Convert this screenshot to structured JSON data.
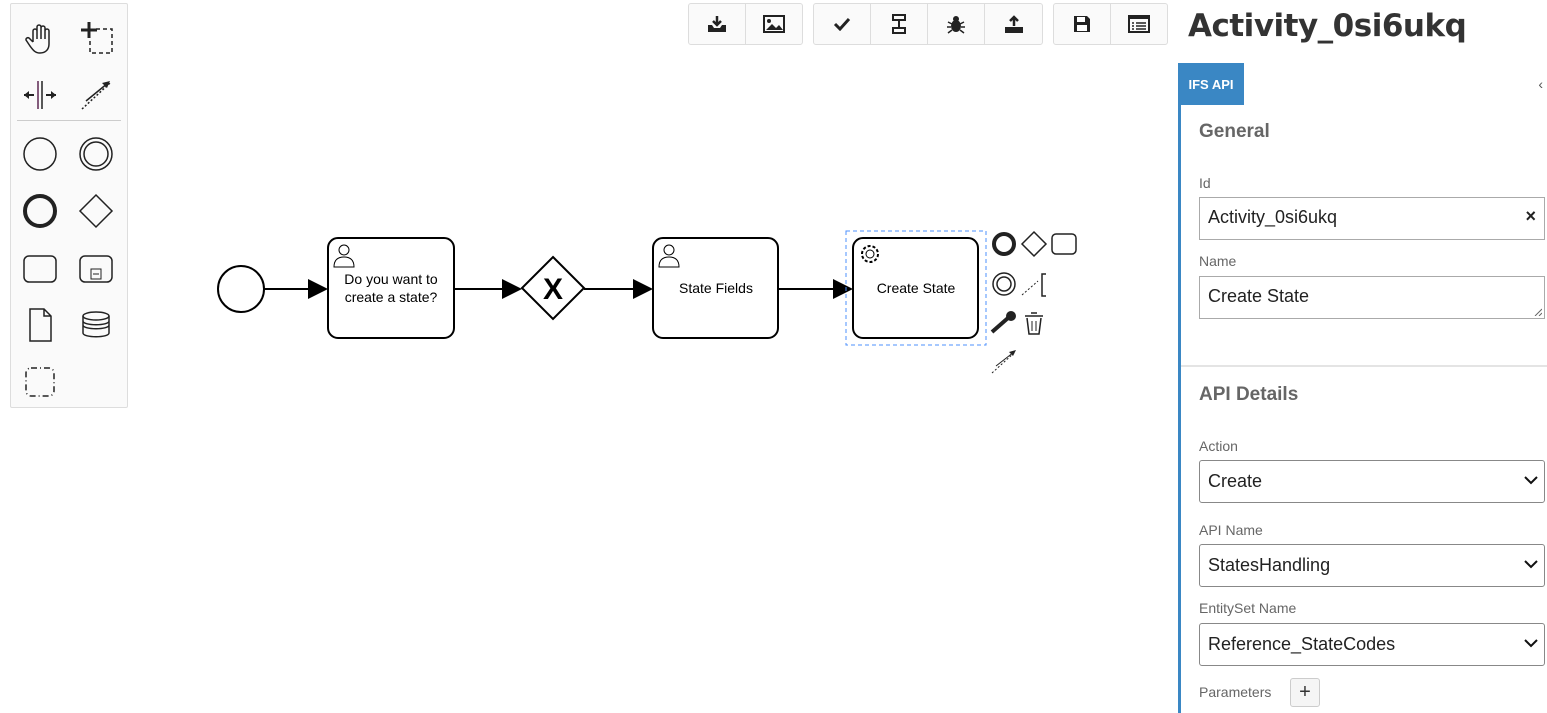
{
  "toolbar": {
    "groups": [
      [
        "download-icon",
        "image-icon"
      ],
      [
        "check-icon",
        "layout-icon",
        "bug-icon",
        "upload-icon"
      ],
      [
        "save-icon",
        "list-icon"
      ]
    ]
  },
  "palette": [
    "hand-tool",
    "lasso-tool",
    "space-tool",
    "connect-tool",
    "start-event",
    "intermediate-event",
    "end-event",
    "gateway",
    "task",
    "subprocess",
    "data-object",
    "data-store",
    "group"
  ],
  "diagram": {
    "tasks": [
      {
        "line1": "Do you want to",
        "line2": "create a state?",
        "type": "user"
      },
      {
        "label": "State Fields",
        "type": "user"
      },
      {
        "label": "Create State",
        "type": "service",
        "selected": true
      }
    ],
    "gateway_marker": "X"
  },
  "panel": {
    "title": "Activity_0si6ukq",
    "tab": "IFS API",
    "collapse": "‹",
    "general": {
      "heading": "General",
      "id_label": "Id",
      "id_value": "Activity_0si6ukq",
      "clear": "×",
      "name_label": "Name",
      "name_value": "Create State"
    },
    "api": {
      "heading": "API Details",
      "action_label": "Action",
      "action_value": "Create",
      "api_name_label": "API Name",
      "api_name_value": "StatesHandling",
      "entityset_label": "EntitySet Name",
      "entityset_value": "Reference_StateCodes",
      "parameters_label": "Parameters",
      "add": "+"
    }
  },
  "colors": {
    "accent": "#3a87c4",
    "selection": "#4d90fe"
  }
}
